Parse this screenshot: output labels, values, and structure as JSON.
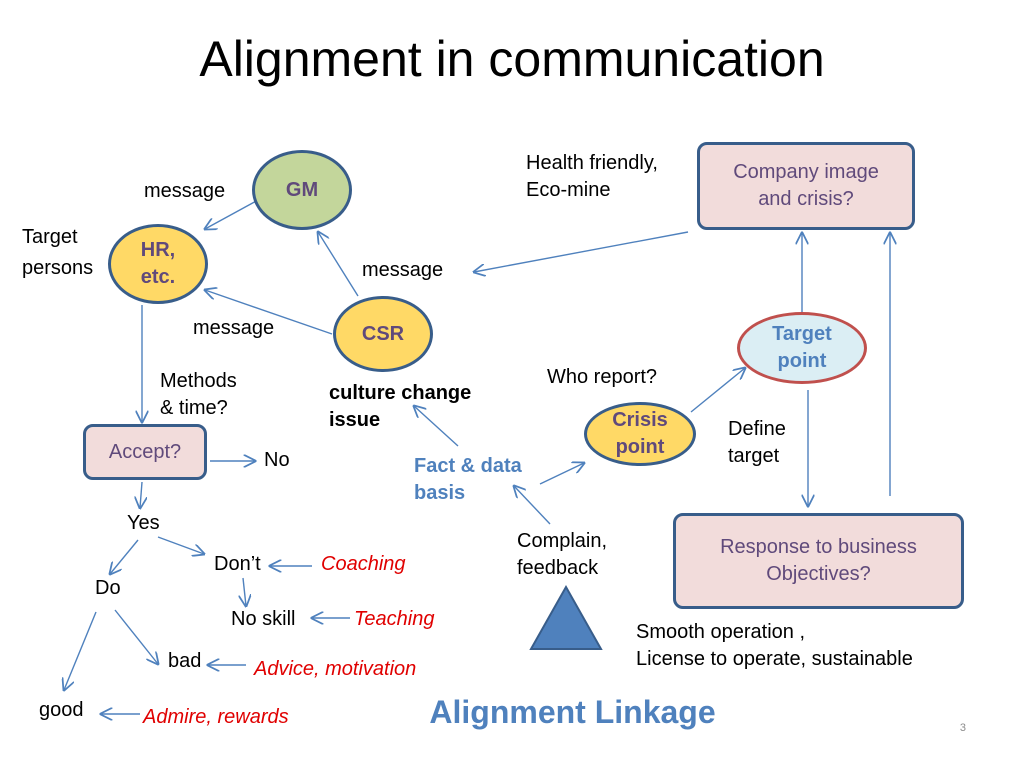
{
  "title": "Alignment in communication",
  "nodes": {
    "gm": "GM",
    "hr": "HR,\netc.",
    "csr": "CSR",
    "crisis_point": "Crisis\npoint",
    "target_point": "Target\npoint",
    "accept": "Accept?",
    "company_image": "Company image\nand crisis?",
    "response": "Response to business\nObjectives?"
  },
  "labels": {
    "message_gm": "message",
    "target_persons": "Target\npersons",
    "message_csr_gm": "message",
    "message_csr_hr": "message",
    "methods_time": "Methods\n& time?",
    "culture_change": "culture change\nissue",
    "health_friendly": "Health friendly,\nEco-mine",
    "who_report": "Who report?",
    "define_target": "Define\ntarget",
    "no": "No",
    "yes": "Yes",
    "dont": "Don’t",
    "do": "Do",
    "no_skill": "No skill",
    "bad": "bad",
    "good": "good",
    "coaching": "Coaching",
    "teaching": "Teaching",
    "advice": "Advice, motivation",
    "admire": "Admire, rewards",
    "fact_data": "Fact & data\nbasis",
    "complain": "Complain,\nfeedback",
    "smooth": "Smooth operation ,\nLicense to operate, sustainable"
  },
  "footer": {
    "linkage": "Alignment Linkage",
    "page_number": "3"
  },
  "colors": {
    "arrow": "#4f81bd",
    "gm_fill": "#c3d69b",
    "yellow_fill": "#ffd966",
    "target_fill": "#dbeef4",
    "target_border": "#c0504d",
    "rect_fill": "#f2dcdb",
    "rect_text": "#604a7b",
    "triangle": "#4f81bd"
  }
}
